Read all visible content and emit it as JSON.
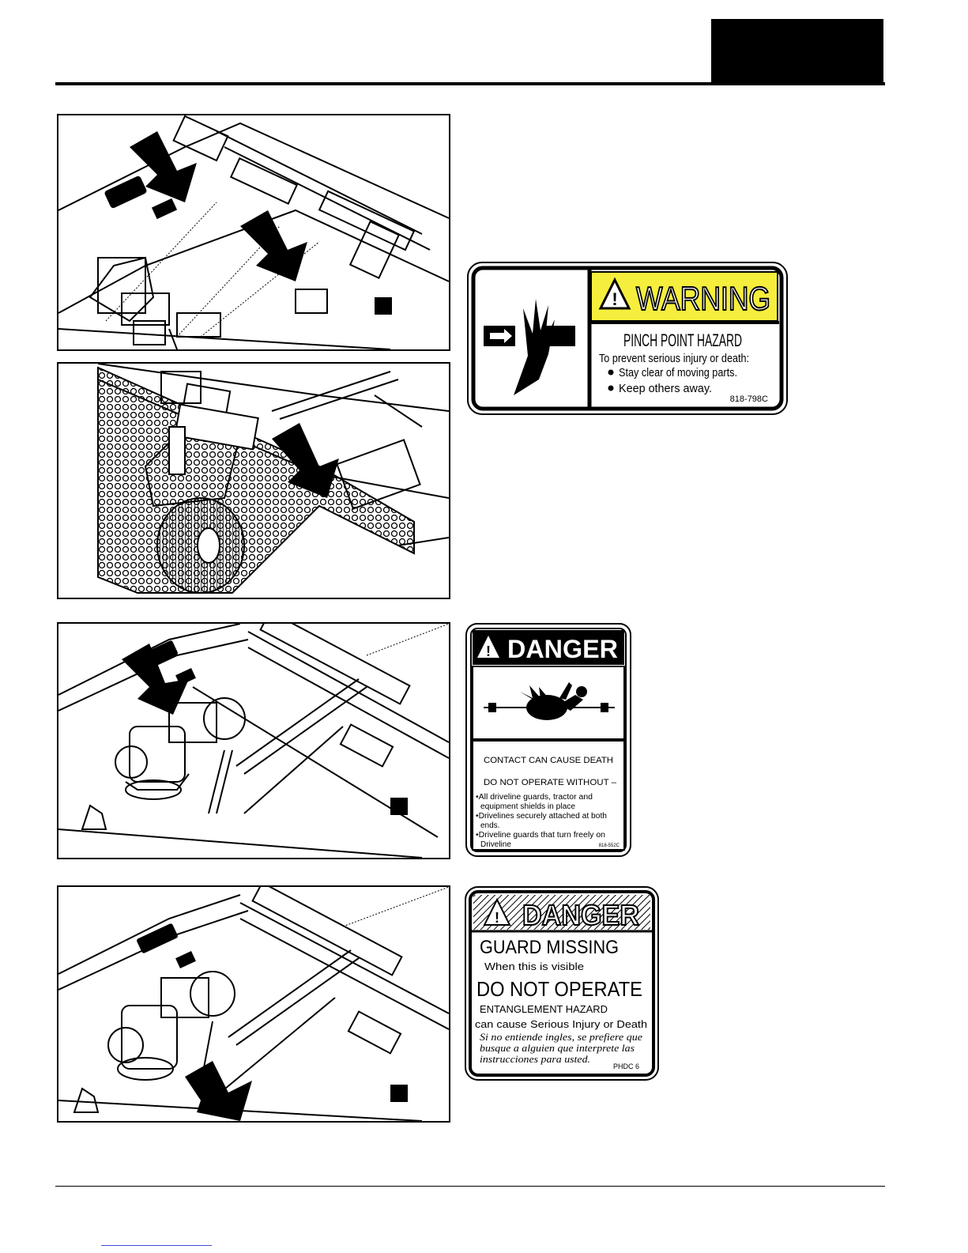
{
  "decals": {
    "warning": {
      "header": "WARNING",
      "title": "PINCH POINT HAZARD",
      "intro": "To prevent serious injury or death:",
      "bullets": [
        "Stay clear of moving parts.",
        "Keep others away."
      ],
      "part_number": "818-798C"
    },
    "danger_driveline": {
      "header": "DANGER",
      "line1": "CONTACT CAN CAUSE DEATH",
      "line2": "DO NOT OPERATE WITHOUT –",
      "bullets": [
        "•All driveline guards, tractor and",
        "equipment shields in place",
        "•Drivelines securely attached at both",
        "ends.",
        "•Driveline guards that turn freely on",
        "Driveline"
      ],
      "part_number": "818-552C"
    },
    "danger_guard": {
      "header": "DANGER",
      "line1": "GUARD MISSING",
      "line2": "When this is visible",
      "line3": "DO NOT OPERATE",
      "line4": "ENTANGLEMENT HAZARD",
      "line5": "can cause Serious Injury or Death",
      "spanish": [
        "Si no entiende ingles, se prefiere que",
        "busque a alguien que interprete las",
        "instrucciones para usted."
      ],
      "part_number": "PHDC 6"
    }
  }
}
